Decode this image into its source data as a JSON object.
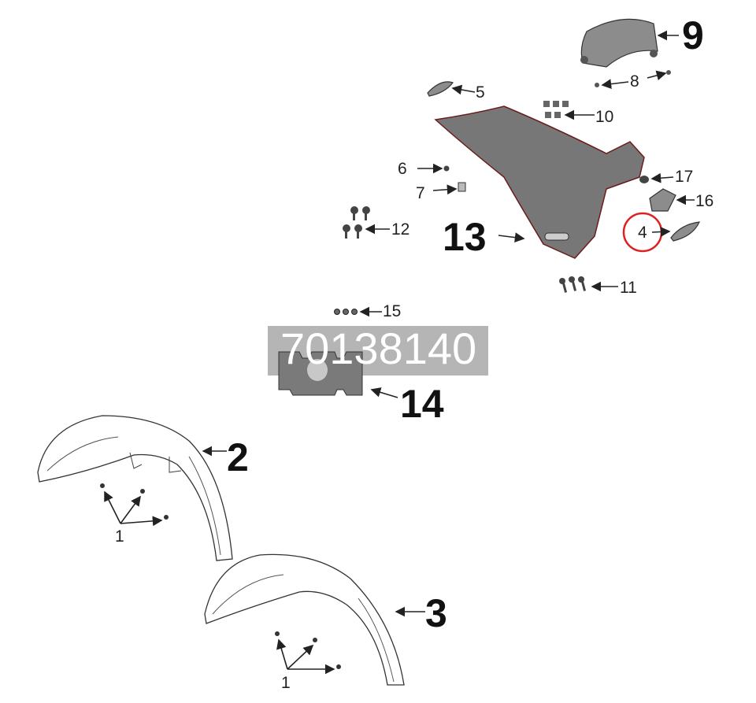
{
  "diagram": {
    "labels": {
      "p1a": "1",
      "p1b": "1",
      "p2": "2",
      "p3": "3",
      "p4": "4",
      "p5": "5",
      "p6": "6",
      "p7": "7",
      "p8": "8",
      "p9": "9",
      "p10": "10",
      "p11": "11",
      "p12": "12",
      "p13": "13",
      "p14": "14",
      "p15": "15",
      "p16": "16",
      "p17": "17"
    },
    "highlighted_part": "4",
    "highlight_color": "#e02020",
    "watermark": "70138140"
  }
}
